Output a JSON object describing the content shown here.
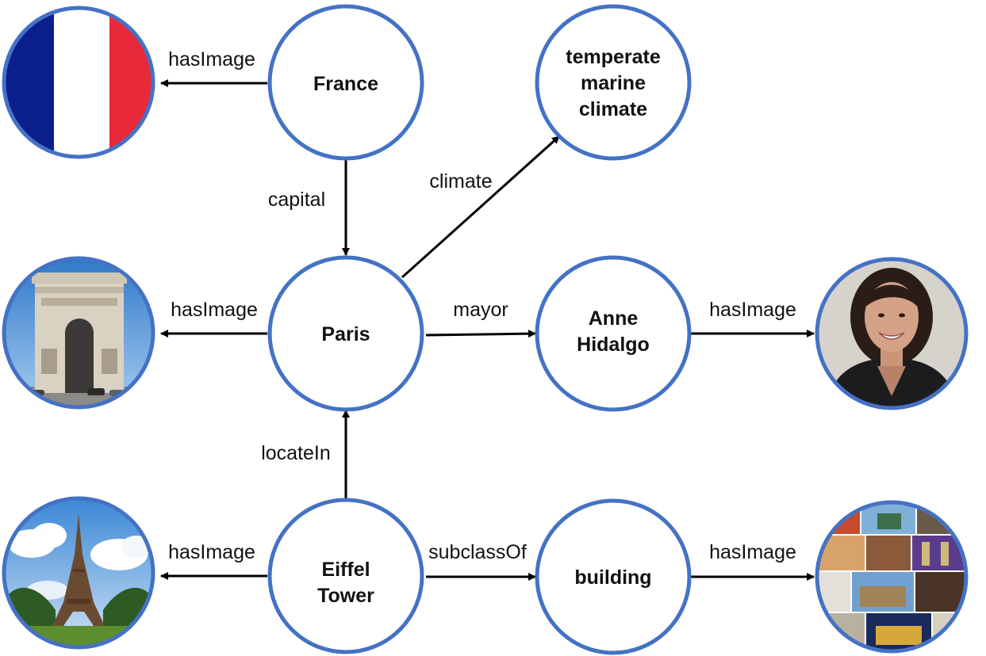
{
  "colors": {
    "node_border": "#4472C4",
    "edge": "#000000",
    "text": "#111111"
  },
  "nodes": {
    "france": {
      "lines": [
        "France"
      ]
    },
    "climate": {
      "lines": [
        "temperate",
        "marine",
        "climate"
      ]
    },
    "paris": {
      "lines": [
        "Paris"
      ]
    },
    "anne": {
      "lines": [
        "Anne",
        "Hidalgo"
      ]
    },
    "eiffel": {
      "lines": [
        "Eiffel",
        "Tower"
      ]
    },
    "building": {
      "lines": [
        "building"
      ]
    }
  },
  "images": {
    "flag": {
      "icon": "france-flag-image"
    },
    "arc": {
      "icon": "arc-de-triomphe-image"
    },
    "portrait": {
      "icon": "anne-hidalgo-portrait-image"
    },
    "tower": {
      "icon": "eiffel-tower-image"
    },
    "collage": {
      "icon": "building-collage-image"
    }
  },
  "edges": {
    "france_flag": "hasImage",
    "france_paris": "capital",
    "paris_climate": "climate",
    "paris_arc": "hasImage",
    "paris_anne": "mayor",
    "anne_portrait": "hasImage",
    "eiffel_paris": "locateIn",
    "eiffel_tower_img": "hasImage",
    "eiffel_building": "subclassOf",
    "building_collage": "hasImage"
  }
}
